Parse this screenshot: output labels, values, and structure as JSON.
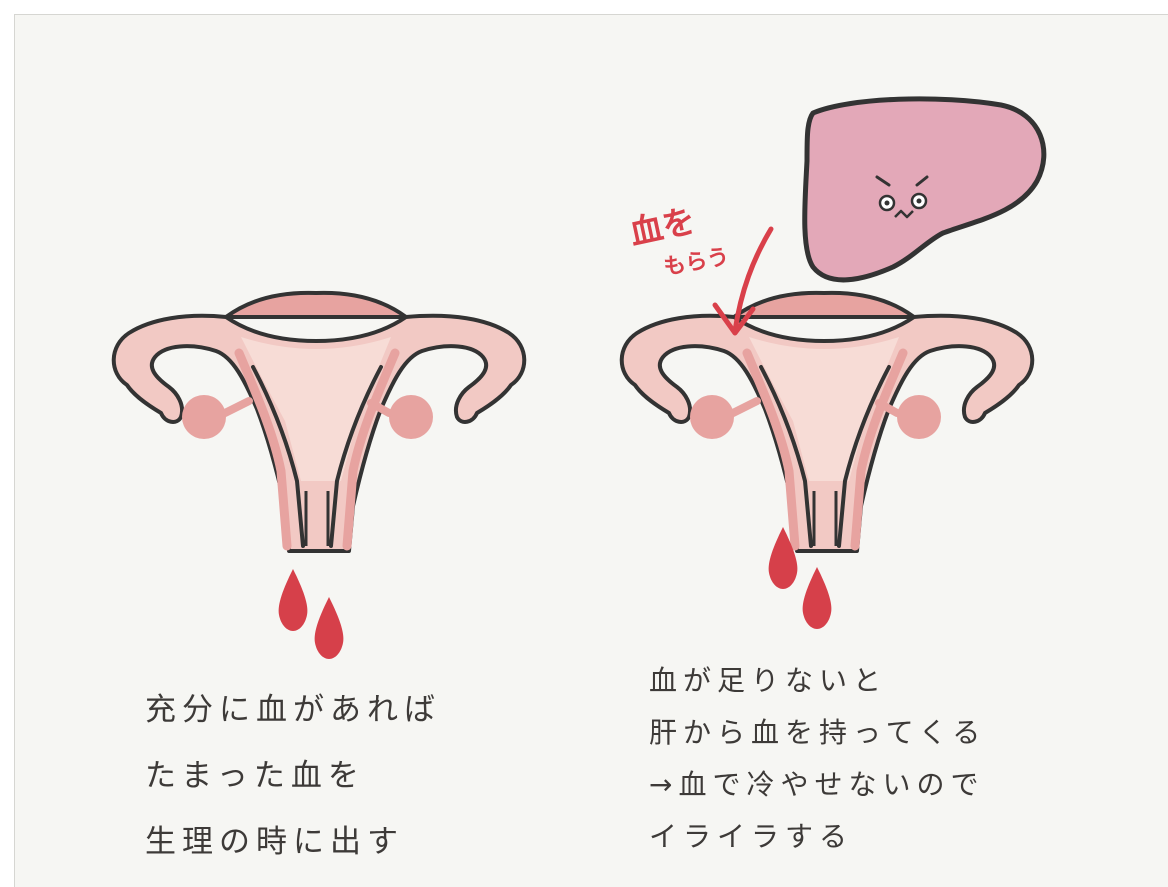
{
  "left_panel": {
    "caption_lines": [
      "充分に血があれば",
      "たまった血を",
      "生理の時に出す"
    ]
  },
  "right_panel": {
    "arrow_note": [
      "血を",
      "もらう"
    ],
    "caption_lines": [
      "血が足りないと",
      "肝から血を持ってくる",
      "→血で冷やせないので",
      "イライラする"
    ]
  },
  "colors": {
    "background": "#f6f6f3",
    "uterus_fill": "#f2c9c4",
    "uterus_inner": "#e7a3a0",
    "outline": "#333333",
    "blood": "#d6404a",
    "liver_fill": "#e3a8b8",
    "note_red": "#d9404a"
  },
  "icons": [
    "uterus-illustration",
    "blood-drop-icon",
    "liver-character-icon",
    "down-arrow-icon"
  ]
}
